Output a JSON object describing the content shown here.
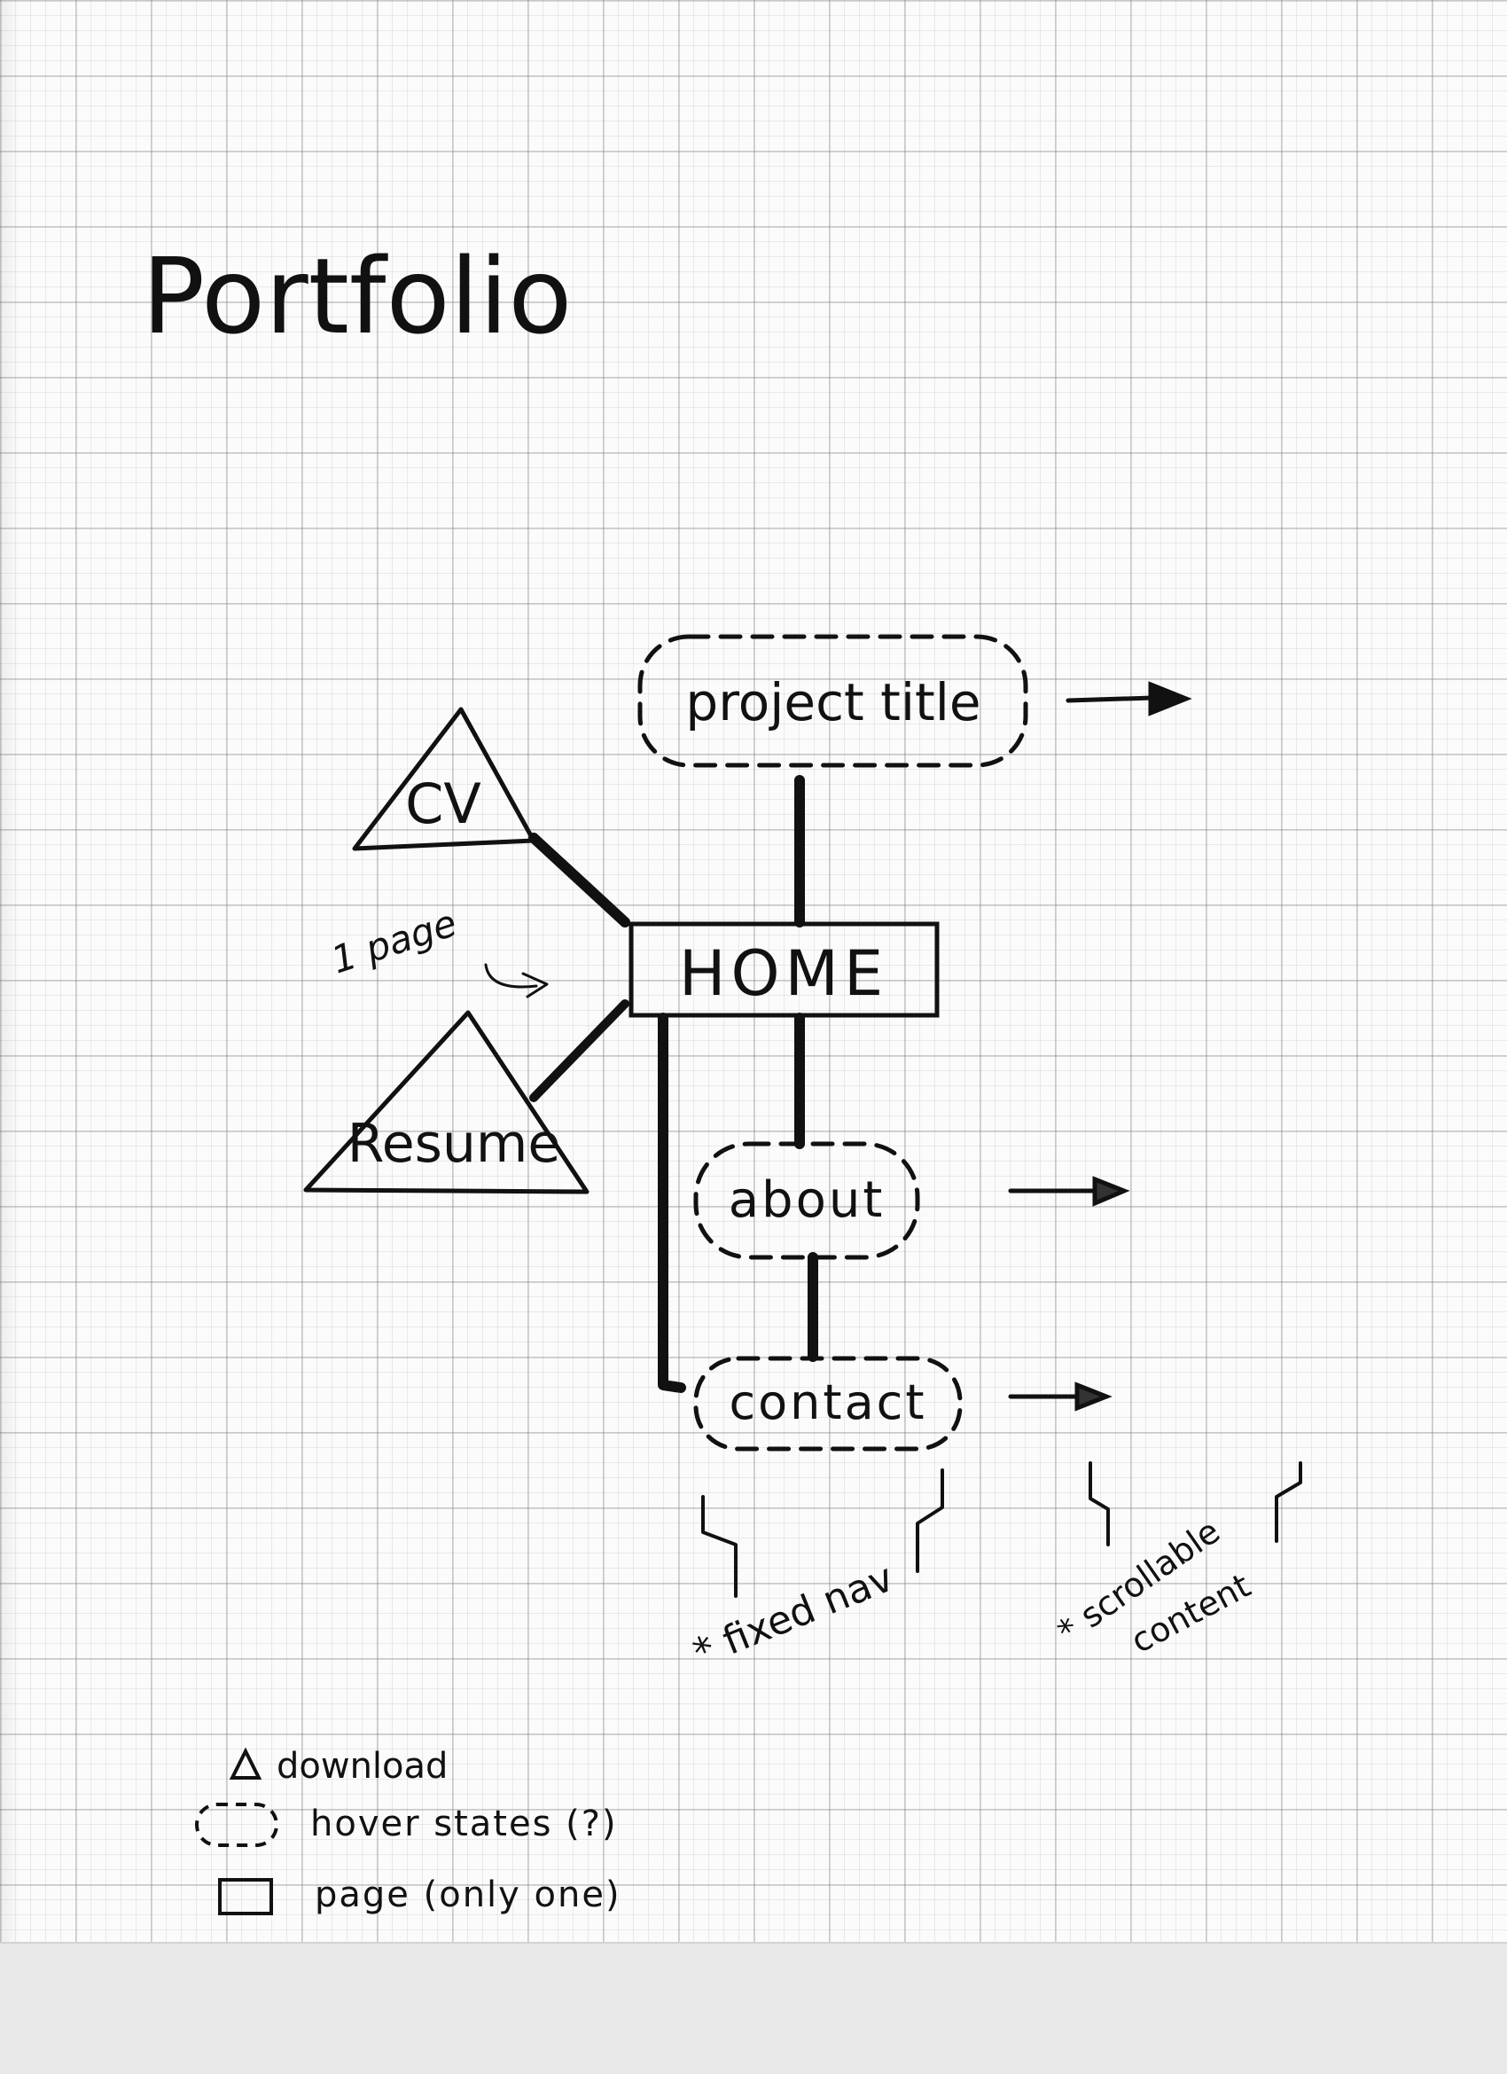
{
  "title": "Portfolio",
  "nodes": {
    "home": "HOME",
    "project_title": "project title",
    "about": "about",
    "contact": "contact",
    "cv": "CV",
    "resume": "Resume"
  },
  "annotations": {
    "one_page": "1 page",
    "fixed_nav": "* fixed nav",
    "scrollable_line1": "* scrollable",
    "scrollable_line2": "content"
  },
  "legend": {
    "download": "download",
    "hover_states": "hover states (?)",
    "page": "page (only one)"
  }
}
